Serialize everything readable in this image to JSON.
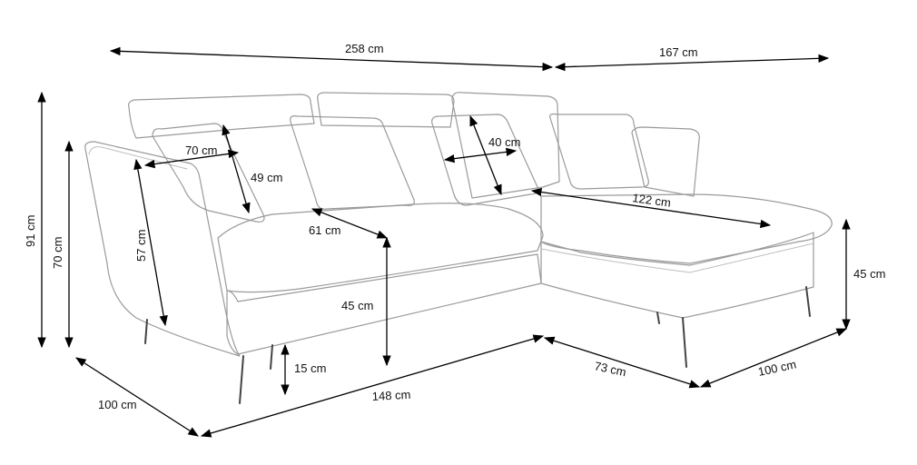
{
  "dimensions": {
    "total_width": "258 cm",
    "chaise_width": "167 cm",
    "total_height": "91 cm",
    "armrest_height": "70 cm",
    "armrest_depth": "57 cm",
    "cushion_width": "70 cm",
    "cushion_height": "49 cm",
    "small_cushion": "40 cm",
    "chaise_length": "122 cm",
    "seat_depth": "61 cm",
    "seat_height": "45 cm",
    "chaise_seat_height": "45 cm",
    "leg_height": "15 cm",
    "sofa_depth": "100 cm",
    "front_length": "148 cm",
    "chaise_front": "73 cm",
    "chaise_depth": "100 cm"
  }
}
